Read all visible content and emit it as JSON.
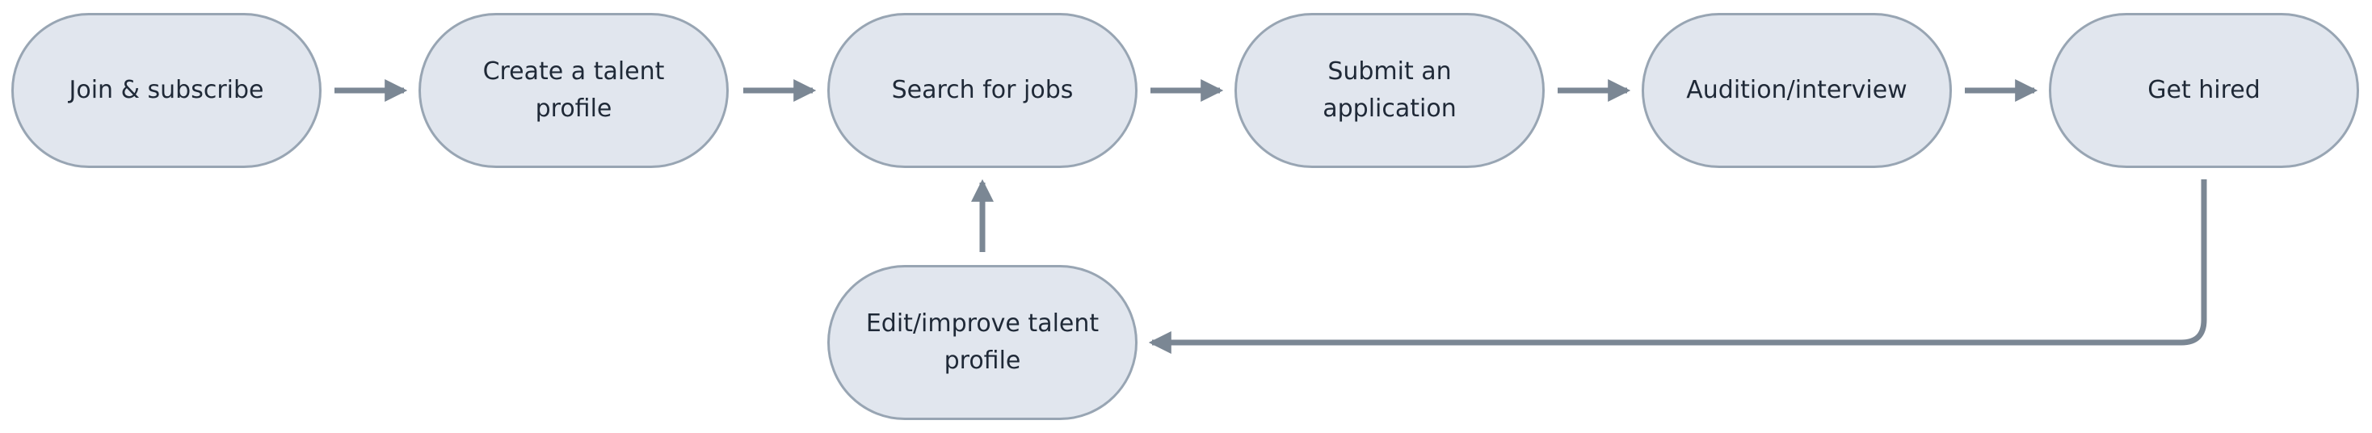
{
  "diagram": {
    "colors": {
      "node_fill": "#e1e6ee",
      "node_border": "#98a5b3",
      "arrow": "#7b8794",
      "text": "#1f2937"
    },
    "nodes": {
      "join": {
        "label": "Join & subscribe"
      },
      "create": {
        "label": "Create a talent profile"
      },
      "search": {
        "label": "Search for jobs"
      },
      "submit": {
        "label": "Submit an application"
      },
      "audition": {
        "label": "Audition/interview"
      },
      "hired": {
        "label": "Get hired"
      },
      "edit": {
        "label": "Edit/improve talent profile"
      }
    },
    "edges": [
      {
        "from": "join",
        "to": "create"
      },
      {
        "from": "create",
        "to": "search"
      },
      {
        "from": "search",
        "to": "submit"
      },
      {
        "from": "submit",
        "to": "audition"
      },
      {
        "from": "audition",
        "to": "hired"
      },
      {
        "from": "hired",
        "to": "edit"
      },
      {
        "from": "edit",
        "to": "search"
      }
    ]
  }
}
